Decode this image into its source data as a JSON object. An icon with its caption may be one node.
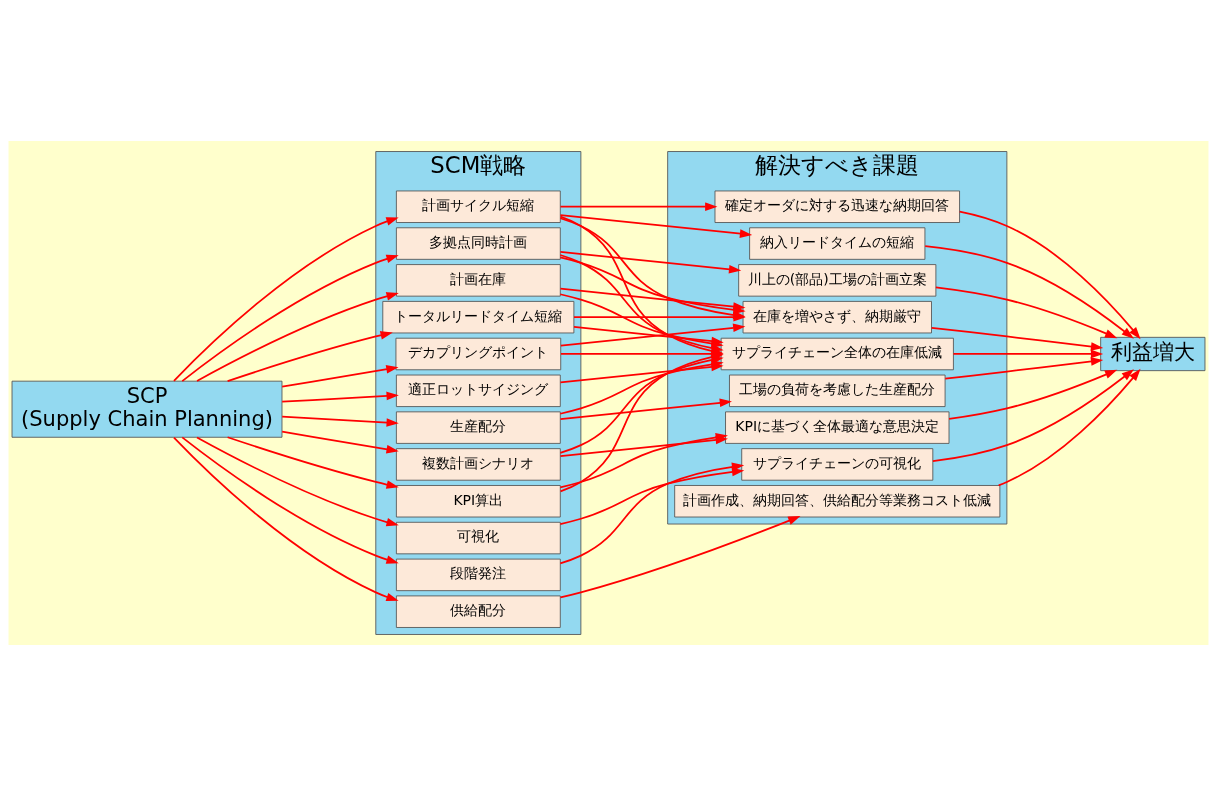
{
  "diagram": {
    "nodes": [
      {
        "text": [
          "SCP",
          "(Supply Chain Planning)"
        ]
      },
      {
        "text": [
          "SCM戦略"
        ]
      },
      {
        "text": [
          "多拠点同時計画"
        ],
        "in": 1
      },
      {
        "text": [
          "トータルリードタイム短縮"
        ],
        "in": 1
      },
      {
        "text": [
          "計画サイクル短縮"
        ],
        "in": 1
      },
      {
        "text": [
          "可視化"
        ],
        "in": 1
      },
      {
        "text": [
          "デカプリングポイント"
        ],
        "in": 1
      },
      {
        "text": [
          "計画在庫"
        ],
        "in": 1
      },
      {
        "text": [
          "適正ロットサイジング"
        ],
        "in": 1
      },
      {
        "text": [
          "段階発注"
        ],
        "in": 1
      },
      {
        "text": [
          "生産配分"
        ],
        "in": 1
      },
      {
        "text": [
          "供給配分"
        ],
        "in": 1
      },
      {
        "text": [
          "KPI算出"
        ],
        "in": 1
      },
      {
        "text": [
          "複数計画シナリオ"
        ],
        "in": 1
      },
      {
        "text": [
          "解決すべき課題"
        ]
      },
      {
        "text": [
          "サプライチェーン全体の在庫低減"
        ],
        "in": 14
      },
      {
        "text": [
          "サプライチェーンの可視化"
        ],
        "in": 14
      },
      {
        "text": [
          "納入リードタイムの短縮"
        ],
        "in": 14
      },
      {
        "text": [
          "在庫を増やさず、納期厳守"
        ],
        "in": 14
      },
      {
        "text": [
          "計画作成、納期回答、供給配分等業務コスト低減"
        ],
        "in": 14
      },
      {
        "text": [
          "確定オーダに対する迅速な納期回答"
        ],
        "in": 14
      },
      {
        "text": [
          "工場の負荷を考慮した生産配分"
        ],
        "in": 14
      },
      {
        "text": [
          "川上の(部品)工場の計画立案"
        ],
        "in": 14
      },
      {
        "text": [
          "KPIに基づく全体最適な意思決定"
        ],
        "in": 14
      },
      {
        "text": [
          "利益増大"
        ]
      }
    ],
    "edges": [
      {
        "from": 0,
        "to": 2,
        "arrow": "to"
      },
      {
        "from": 0,
        "to": 3,
        "arrow": "to"
      },
      {
        "from": 0,
        "to": 4,
        "arrow": "to"
      },
      {
        "from": 0,
        "to": 5,
        "arrow": "to"
      },
      {
        "from": 0,
        "to": 6,
        "arrow": "to"
      },
      {
        "from": 0,
        "to": 7,
        "arrow": "to"
      },
      {
        "from": 0,
        "to": 8,
        "arrow": "to"
      },
      {
        "from": 0,
        "to": 9,
        "arrow": "to"
      },
      {
        "from": 0,
        "to": 10,
        "arrow": "to"
      },
      {
        "from": 0,
        "to": 11,
        "arrow": "to"
      },
      {
        "from": 0,
        "to": 12,
        "arrow": "to"
      },
      {
        "from": 0,
        "to": 13,
        "arrow": "to"
      },
      {
        "from": 2,
        "to": 15,
        "arrow": "to"
      },
      {
        "from": 2,
        "to": 18,
        "arrow": "to"
      },
      {
        "from": 2,
        "to": 22,
        "arrow": "to"
      },
      {
        "from": 3,
        "to": 15,
        "arrow": "to"
      },
      {
        "from": 3,
        "to": 18,
        "arrow": "to"
      },
      {
        "from": 4,
        "to": 15,
        "arrow": "to"
      },
      {
        "from": 4,
        "to": 17,
        "arrow": "to"
      },
      {
        "from": 4,
        "to": 18,
        "arrow": "to"
      },
      {
        "from": 4,
        "to": 20,
        "arrow": "to"
      },
      {
        "from": 5,
        "to": 16,
        "arrow": "to"
      },
      {
        "from": 6,
        "to": 15,
        "arrow": "to"
      },
      {
        "from": 6,
        "to": 18,
        "arrow": "to"
      },
      {
        "from": 7,
        "to": 15,
        "arrow": "to"
      },
      {
        "from": 7,
        "to": 18,
        "arrow": "to"
      },
      {
        "from": 8,
        "to": 15,
        "arrow": "to"
      },
      {
        "from": 9,
        "to": 16,
        "arrow": "to"
      },
      {
        "from": 10,
        "to": 15,
        "arrow": "to"
      },
      {
        "from": 10,
        "to": 21,
        "arrow": "to"
      },
      {
        "from": 11,
        "to": 19,
        "arrow": "to"
      },
      {
        "from": 12,
        "to": 15,
        "arrow": "to"
      },
      {
        "from": 12,
        "to": 23,
        "arrow": "to"
      },
      {
        "from": 13,
        "to": 15,
        "arrow": "to"
      },
      {
        "from": 13,
        "to": 23,
        "arrow": "to"
      },
      {
        "from": 15,
        "to": 24,
        "arrow": "to"
      },
      {
        "from": 16,
        "to": 24,
        "arrow": "to"
      },
      {
        "from": 17,
        "to": 24,
        "arrow": "to"
      },
      {
        "from": 18,
        "to": 24,
        "arrow": "to"
      },
      {
        "from": 19,
        "to": 24,
        "arrow": "to"
      },
      {
        "from": 20,
        "to": 24,
        "arrow": "to"
      },
      {
        "from": 21,
        "to": 24,
        "arrow": "to"
      },
      {
        "from": 22,
        "to": 24,
        "arrow": "to"
      },
      {
        "from": 23,
        "to": 24,
        "arrow": "to"
      }
    ]
  }
}
